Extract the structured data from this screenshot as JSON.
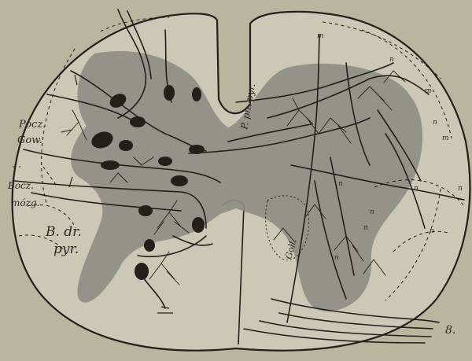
{
  "figure": {
    "labels": {
      "pocz_gow_line1": "Pocz.",
      "pocz_gow_line2": "Gow.",
      "boczne_line1": "Bocz.",
      "boczne_line2": "mózg.",
      "b_dr_pyr_line1": "B. dr.",
      "b_dr_pyr_line2": "pyr.",
      "p_pn_pyr": "P. pn. pyr.",
      "gol": "Goll.",
      "figure_number": "8."
    },
    "neuron_letters": [
      "m",
      "n",
      "m",
      "n",
      "m",
      "n",
      "n",
      "n",
      "n",
      "n",
      "n",
      "n"
    ]
  },
  "colors": {
    "background": "#b9b6a0",
    "cord": "#cbc9b6",
    "grey_matter": "#8e8d84",
    "ink": "#222019"
  }
}
